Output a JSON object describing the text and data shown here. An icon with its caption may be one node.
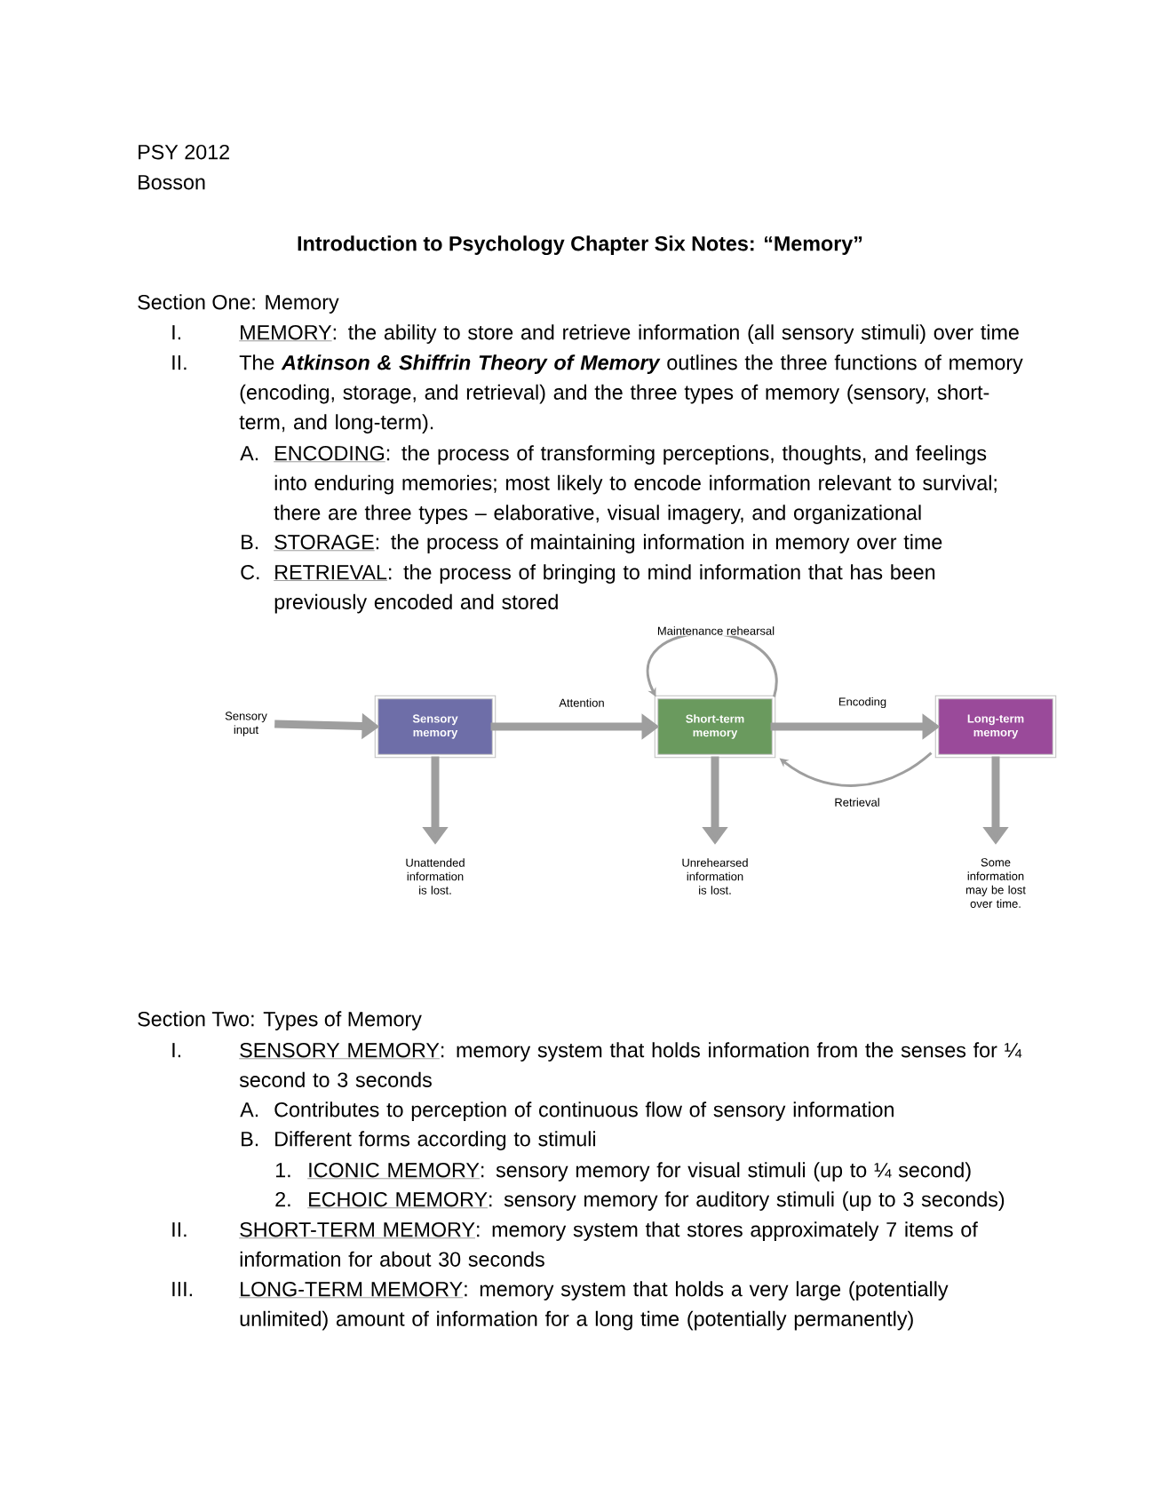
{
  "diagram": {
    "title": "Introduction to Psychology Chapter Six Notes: “Memory”",
    "nodes": [
      {
        "text": [
          "Sensory input"
        ]
      },
      {
        "text": [
          "Sensory memory"
        ]
      },
      {
        "text": [
          "Short-term memory"
        ]
      },
      {
        "text": [
          "Long-term memory"
        ]
      },
      {
        "text": [
          "Unattended information is lost."
        ]
      },
      {
        "text": [
          "Unrehearsed information is lost."
        ]
      },
      {
        "text": [
          "Some information may be lost over time."
        ]
      }
    ],
    "edges": [
      {
        "from": 0,
        "to": 1,
        "arrow": "to"
      },
      {
        "from": 1,
        "to": 2,
        "arrow": "to",
        "label": "Attention"
      },
      {
        "from": 2,
        "to": 2,
        "arrow": "to",
        "label": "Maintenance rehearsal"
      },
      {
        "from": 2,
        "to": 3,
        "arrow": "to",
        "label": "Encoding"
      },
      {
        "from": 3,
        "to": 2,
        "arrow": "to",
        "label": "Retrieval"
      },
      {
        "from": 1,
        "to": 4,
        "arrow": "to"
      },
      {
        "from": 2,
        "to": 5,
        "arrow": "to"
      },
      {
        "from": 3,
        "to": 6,
        "arrow": "to"
      }
    ],
    "labels": [
      "PSY 2012",
      "Bosson",
      "Section One: Memory",
      "I.",
      "MEMORY",
      ": the ability to store and retrieve information (all sensory stimuli) over time",
      "II.",
      "The",
      "Atkinson & Shiffrin Theory of Memory",
      "outlines the three functions of memory (encoding, storage, and retrieval) and the three types of memory (sensory, short-term, and long-term).",
      "A.",
      "ENCODING",
      ": the process of transforming perceptions, thoughts, and feelings into enduring memories; most likely to encode information relevant to survival; there are three types – elaborative, visual imagery, and organizational",
      "B.",
      "STORAGE",
      ": the process of maintaining information in memory over time",
      "C.",
      "RETRIEVAL",
      ": the process of bringing to mind information that has been previously encoded and stored",
      "Section Two: Types of Memory",
      "I.",
      "SENSORY MEMORY",
      ": memory system that holds information from the senses for ¼ second to 3 seconds",
      "A.",
      "Contributes to perception of continuous flow of sensory information",
      "B.",
      "Different forms according to stimuli",
      "1.",
      "ICONIC MEMORY",
      ": sensory memory for visual stimuli (up to ¼ second)",
      "2.",
      "ECHOIC MEMORY",
      ": sensory memory for auditory stimuli (up to 3 seconds)",
      "II.",
      "SHORT-TERM MEMORY",
      ": memory system that stores approximately 7 items of information for about 30 seconds",
      "III.",
      "LONG-TERM MEMORY",
      ": memory system that holds a very large (potentially unlimited) amount of information for a long time (potentially permanently)"
    ]
  }
}
